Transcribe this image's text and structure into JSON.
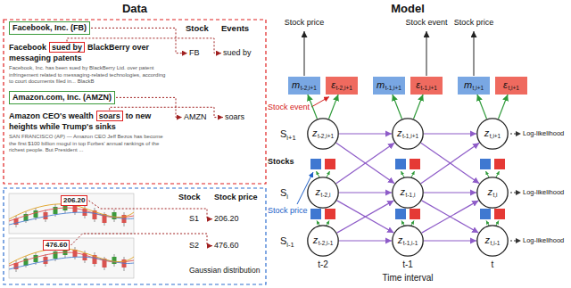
{
  "diagram": {
    "nodes": [
      {
        "text": [
          "Facebook, Inc. (FB)"
        ]
      },
      {
        "text": [
          "sued by"
        ]
      },
      {
        "text": [
          "Amazon.com, Inc. (AMZN)"
        ]
      },
      {
        "text": [
          "soars"
        ]
      },
      {
        "text": [
          "206.20"
        ]
      },
      {
        "text": [
          "476.60"
        ]
      },
      {
        "text": [
          "m",
          "t-2,i+1"
        ]
      },
      {
        "text": [
          "ε",
          "t-2,i+1"
        ]
      },
      {
        "text": [
          "m",
          "t-1,i+1"
        ]
      },
      {
        "text": [
          "ε",
          "t-1,i+1"
        ]
      },
      {
        "text": [
          "m",
          "t,i+1"
        ]
      },
      {
        "text": [
          "ε",
          "t,i+1"
        ]
      },
      {
        "text": [
          "z",
          "t-2,i+1"
        ]
      },
      {
        "text": [
          "z",
          "t-1,i+1"
        ]
      },
      {
        "text": [
          "z",
          "t,i+1"
        ]
      },
      {
        "text": [
          "z",
          "t-2,i"
        ]
      },
      {
        "text": [
          "z",
          "t-1,i"
        ]
      },
      {
        "text": [
          "z",
          "t,i"
        ]
      },
      {
        "text": [
          "z",
          "t-2,i-1"
        ]
      },
      {
        "text": [
          "z",
          "t-1,i-1"
        ]
      },
      {
        "text": [
          "z",
          "t,i-1"
        ]
      }
    ],
    "edges": [
      {
        "from": 12,
        "to": 6,
        "arrow": "to"
      },
      {
        "from": 12,
        "to": 7,
        "arrow": "to"
      },
      {
        "from": 13,
        "to": 8,
        "arrow": "to"
      },
      {
        "from": 13,
        "to": 9,
        "arrow": "to"
      },
      {
        "from": 14,
        "to": 10,
        "arrow": "to"
      },
      {
        "from": 14,
        "to": 11,
        "arrow": "to"
      },
      {
        "from": 12,
        "to": 13,
        "arrow": "to"
      },
      {
        "from": 12,
        "to": 16,
        "arrow": "to"
      },
      {
        "from": 15,
        "to": 13,
        "arrow": "to"
      },
      {
        "from": 15,
        "to": 16,
        "arrow": "to"
      },
      {
        "from": 15,
        "to": 19,
        "arrow": "to"
      },
      {
        "from": 18,
        "to": 16,
        "arrow": "to"
      },
      {
        "from": 18,
        "to": 19,
        "arrow": "to"
      },
      {
        "from": 13,
        "to": 14,
        "arrow": "to"
      },
      {
        "from": 13,
        "to": 17,
        "arrow": "to"
      },
      {
        "from": 16,
        "to": 14,
        "arrow": "to"
      },
      {
        "from": 16,
        "to": 17,
        "arrow": "to"
      },
      {
        "from": 16,
        "to": 20,
        "arrow": "to"
      },
      {
        "from": 19,
        "to": 17,
        "arrow": "to"
      },
      {
        "from": 19,
        "to": 20,
        "arrow": "to"
      }
    ],
    "labels": [
      "Data",
      "Facebook",
      "BlackBerry over messaging patents",
      "Facebook, Inc. has been sued by BlackBerry Ltd. over patent infringement related to messaging-related technologies, according to court documents filed in... BlackB",
      "Amazon CEO's wealth",
      "to new heights while Trump's sinks",
      "SAN FRANCISCO (AP) — Amazon CEO Jeff Bezos has become the first $100 billion mogul in top Forbes' annual rankings of the richest people. But President ...",
      "Stock",
      "Events",
      "FB",
      "sued by",
      "AMZN",
      "soars",
      "Stock",
      "Stock price",
      "S1",
      "206.20",
      "S2",
      "476.60",
      "Gaussian distribution",
      "Model",
      "Stock price",
      "Stock event",
      "Stock price",
      "Stock event",
      "S",
      "i+1",
      "Stocks",
      "S",
      "i",
      "Stock price",
      "S",
      "i-1",
      "Log-likelihood",
      "Log-likelihood",
      "Log-likelihood",
      "t-2",
      "t-1",
      "t",
      "Time interval"
    ]
  }
}
